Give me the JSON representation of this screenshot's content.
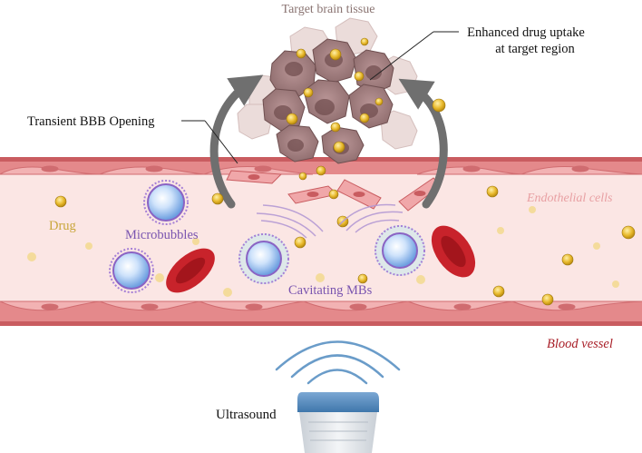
{
  "labels": {
    "target_tissue": "Target brain tissue",
    "enhanced_line1": "Enhanced drug uptake",
    "enhanced_line2": "at target region",
    "bbb_opening": "Transient BBB Opening",
    "endothelial": "Endothelial cells",
    "drug": "Drug",
    "microbubbles": "Microbubbles",
    "cavitating": "Cavitating MBs",
    "blood_vessel": "Blood vessel",
    "ultrasound": "Ultrasound"
  },
  "colors": {
    "tissue_title": "#8a7472",
    "vessel_wall": "#d86b6e",
    "vessel_lumen": "#fbe6e4",
    "endothelial_text": "#e8a0a3",
    "blood_vessel_text": "#a81e27",
    "drug_text": "#c9a63a",
    "microbubble_text": "#7a55b0",
    "drug_particle": "#e8b92c",
    "rbc": "#c8232b",
    "ultrasound_wave": "#6a9cc9",
    "transducer_head": "#5a8fc0"
  },
  "icons": [
    "tumor-cell-cluster-icon",
    "microbubble-icon",
    "red-blood-cell-icon",
    "drug-particle-icon",
    "ultrasound-transducer-icon"
  ]
}
